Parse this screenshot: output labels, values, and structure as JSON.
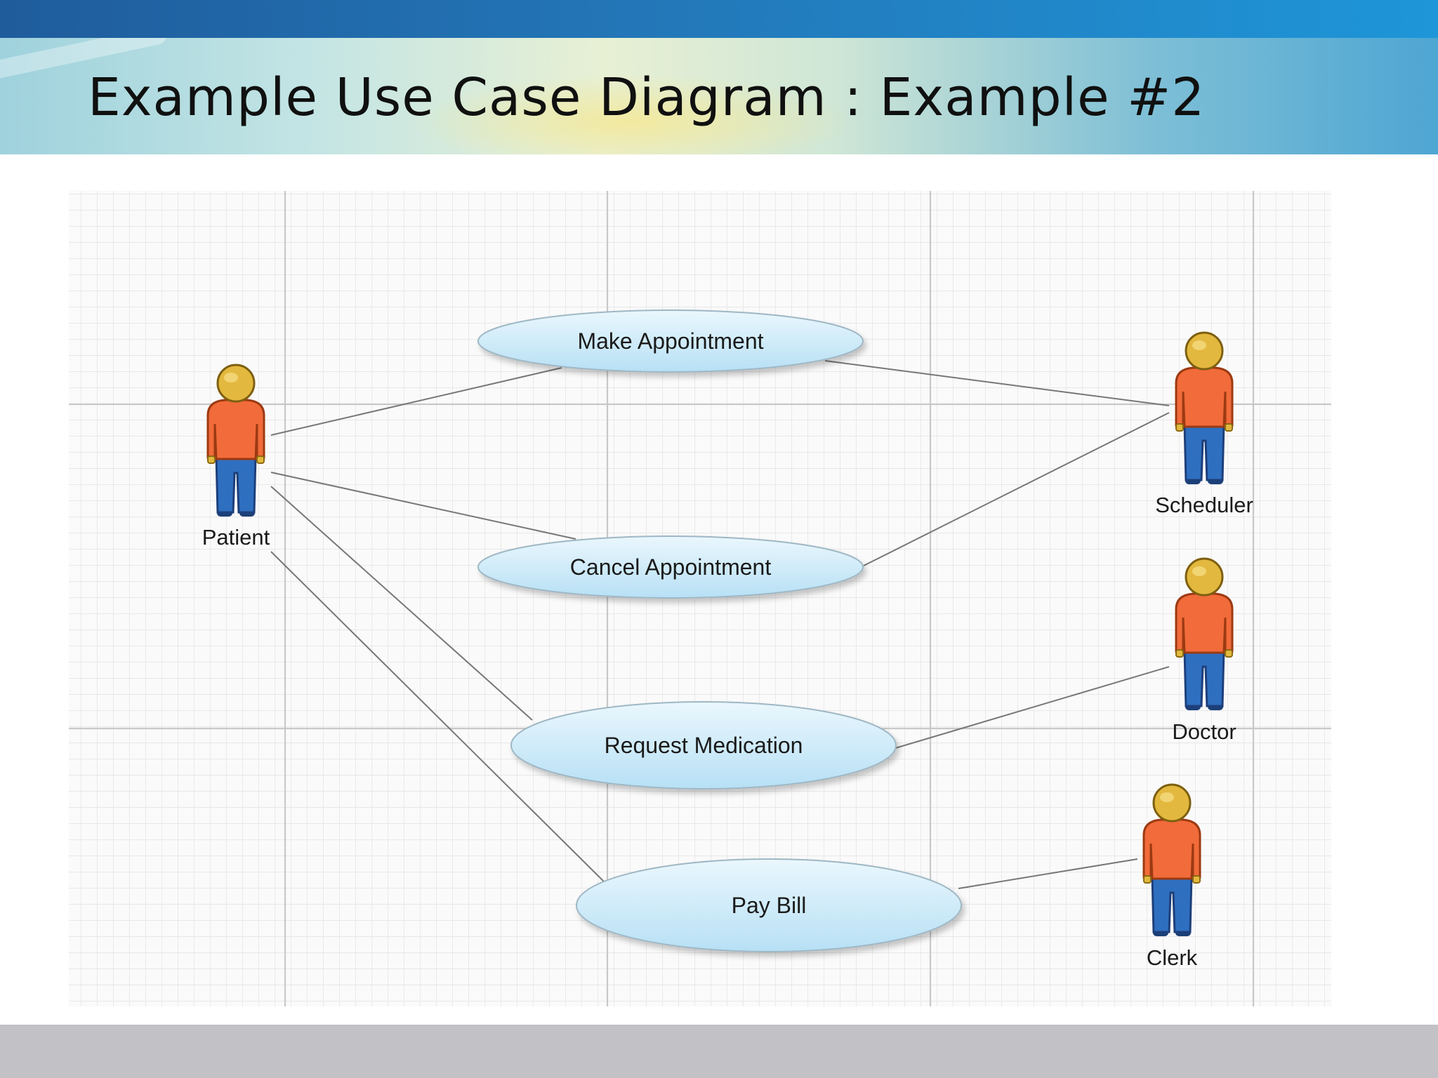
{
  "slide": {
    "title": "Example Use Case Diagram : Example #2"
  },
  "diagram": {
    "actors": [
      {
        "id": "patient",
        "label": "Patient"
      },
      {
        "id": "scheduler",
        "label": "Scheduler"
      },
      {
        "id": "doctor",
        "label": "Doctor"
      },
      {
        "id": "clerk",
        "label": "Clerk"
      }
    ],
    "use_cases": [
      {
        "id": "make-appointment",
        "label": "Make Appointment"
      },
      {
        "id": "cancel-appointment",
        "label": "Cancel Appointment"
      },
      {
        "id": "request-medication",
        "label": "Request Medication"
      },
      {
        "id": "pay-bill",
        "label": "Pay Bill"
      }
    ],
    "associations": [
      {
        "actor": "patient",
        "use_case": "make-appointment"
      },
      {
        "actor": "patient",
        "use_case": "cancel-appointment"
      },
      {
        "actor": "patient",
        "use_case": "request-medication"
      },
      {
        "actor": "patient",
        "use_case": "pay-bill"
      },
      {
        "actor": "scheduler",
        "use_case": "make-appointment"
      },
      {
        "actor": "scheduler",
        "use_case": "cancel-appointment"
      },
      {
        "actor": "doctor",
        "use_case": "request-medication"
      },
      {
        "actor": "clerk",
        "use_case": "pay-bill"
      }
    ],
    "colors": {
      "actor_shirt": "#f26b3a",
      "actor_pants": "#2f6fc0",
      "actor_head": "#e3b83e",
      "usecase_fill": "#c9e9f8",
      "grid": "#dcdcdc"
    }
  }
}
